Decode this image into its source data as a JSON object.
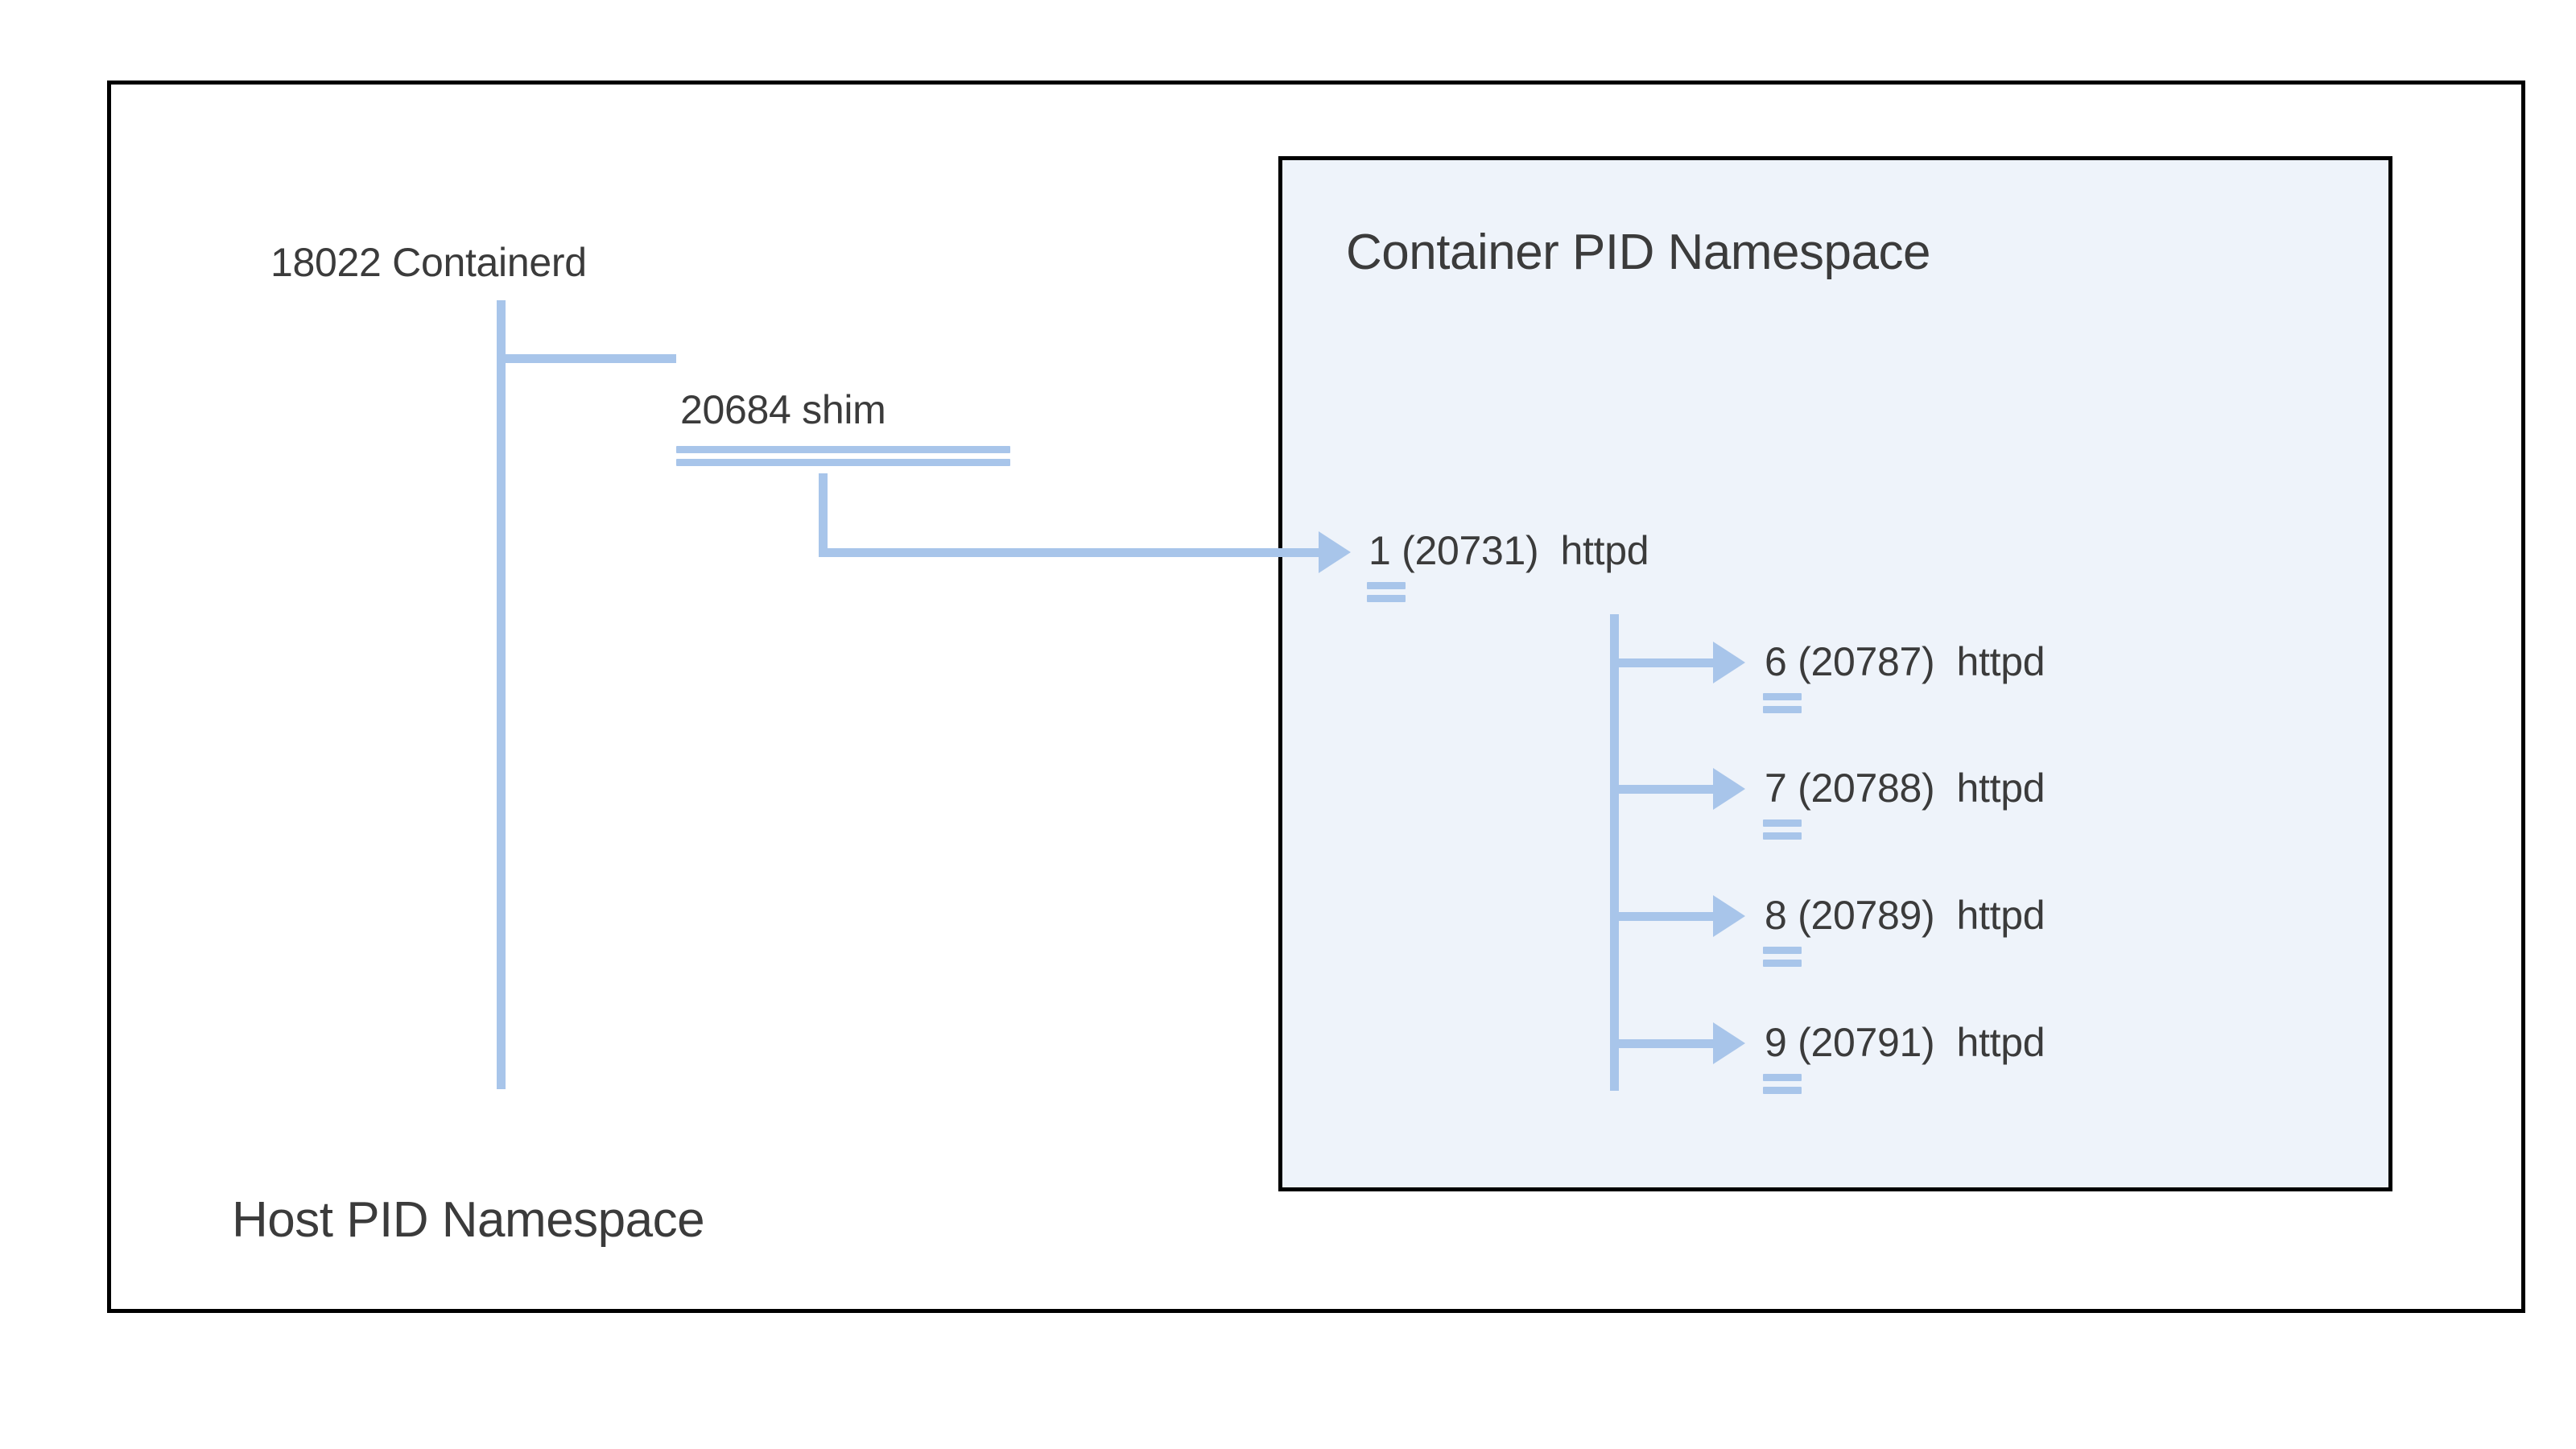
{
  "diagram": {
    "title_host": "Host PID Namespace",
    "title_container": "Container PID Namespace",
    "colors": {
      "connector": "#a8c5ea",
      "text": "#3b3b3b",
      "border": "#000000",
      "host_fill": "#ffffff",
      "container_fill": "#eef3fa"
    }
  },
  "host": {
    "containerd": {
      "pid": "18022",
      "name": "Containerd",
      "label": "18022 Containerd"
    },
    "shim": {
      "pid": "20684",
      "name": "shim",
      "label": "20684 shim",
      "underlined": true
    }
  },
  "container": {
    "root": {
      "ns_pid": "1",
      "host_pid": "(20731)",
      "name": "httpd",
      "underlined": true
    },
    "children": [
      {
        "ns_pid": "6",
        "host_pid": "(20787)",
        "name": "httpd",
        "underlined": true
      },
      {
        "ns_pid": "7",
        "host_pid": "(20788)",
        "name": "httpd",
        "underlined": true
      },
      {
        "ns_pid": "8",
        "host_pid": "(20789)",
        "name": "httpd",
        "underlined": true
      },
      {
        "ns_pid": "9",
        "host_pid": "(20791)",
        "name": "httpd",
        "underlined": true
      }
    ]
  }
}
